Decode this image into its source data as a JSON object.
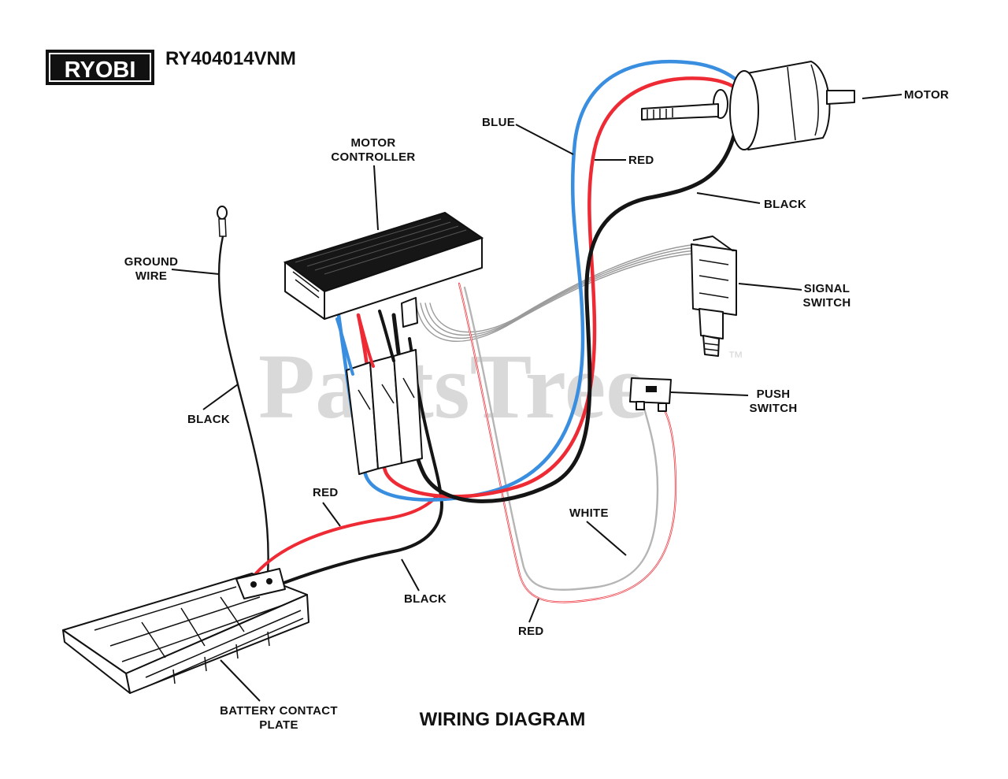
{
  "brand": {
    "logo_text": "RYOBI"
  },
  "header": {
    "model": "RY404014VNM"
  },
  "diagram": {
    "title": "WIRING DIAGRAM",
    "watermark": "PartsTree",
    "watermark_mark": "™",
    "labels": {
      "motor": "MOTOR",
      "motor_controller_line1": "MOTOR",
      "motor_controller_line2": "CONTROLLER",
      "blue": "BLUE",
      "red_top": "RED",
      "black_top": "BLACK",
      "signal_switch_line1": "SIGNAL",
      "signal_switch_line2": "SWITCH",
      "push_switch_line1": "PUSH",
      "push_switch_line2": "SWITCH",
      "ground_wire_line1": "GROUND",
      "ground_wire_line2": "WIRE",
      "black_left": "BLACK",
      "red_mid": "RED",
      "white": "WHITE",
      "black_bottom": "BLACK",
      "red_bottom": "RED",
      "battery_plate_line1": "BATTERY CONTACT",
      "battery_plate_line2": "PLATE"
    },
    "colors": {
      "blue_wire": "#3a8ee0",
      "red_wire": "#ee2b35",
      "black_wire": "#151515",
      "white_wire": "#b5b5b5",
      "signal_cable": "#9a9a9a",
      "watermark": "#d9d9d9"
    }
  }
}
